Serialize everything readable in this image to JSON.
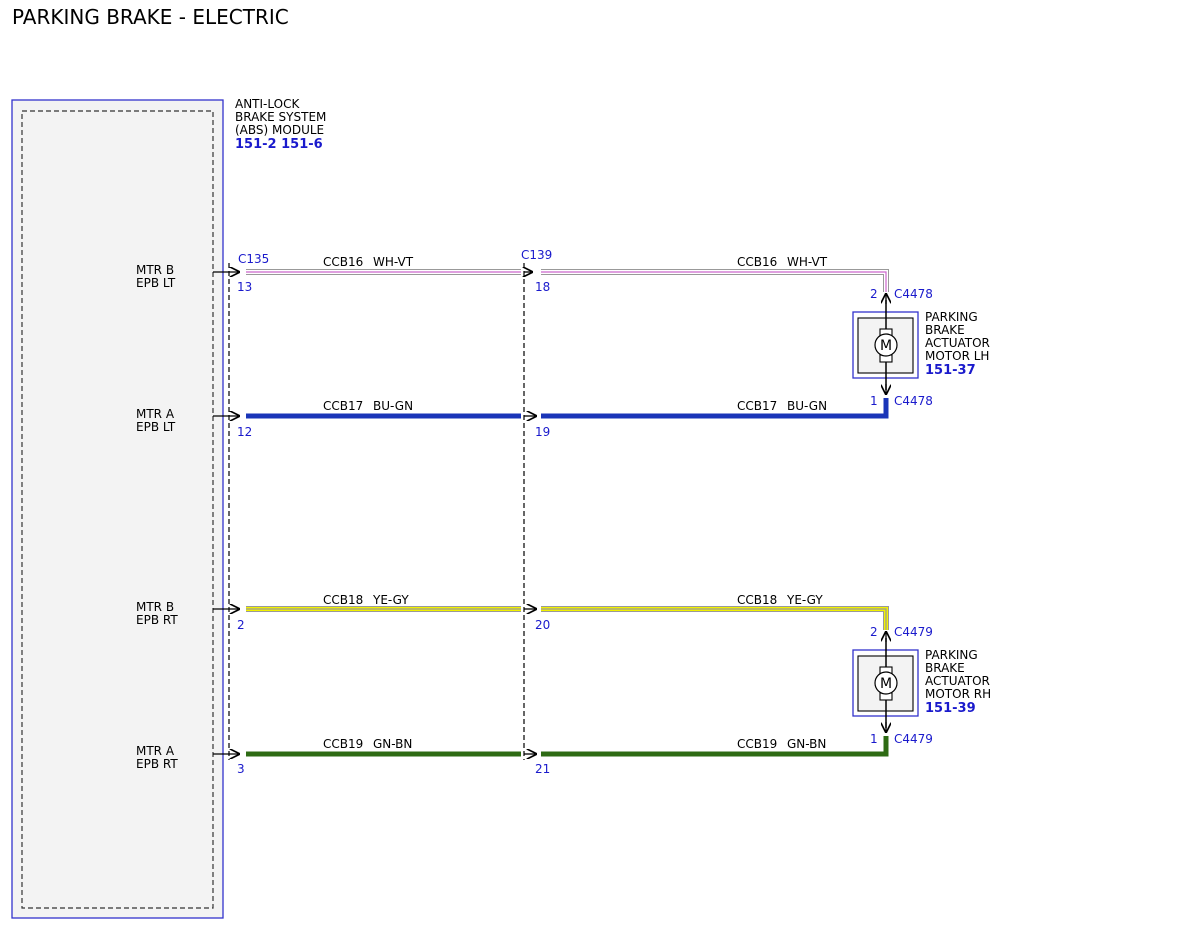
{
  "title": "PARKING BRAKE - ELECTRIC",
  "abs_module": {
    "name_lines": [
      "ANTI-LOCK",
      "BRAKE SYSTEM",
      "(ABS) MODULE"
    ],
    "refs": "151-2 151-6",
    "pins": [
      {
        "label_lines": [
          "MTR B",
          "EPB LT"
        ],
        "pin": "13"
      },
      {
        "label_lines": [
          "MTR A",
          "EPB LT"
        ],
        "pin": "12"
      },
      {
        "label_lines": [
          "MTR B",
          "EPB RT"
        ],
        "pin": "2"
      },
      {
        "label_lines": [
          "MTR A",
          "EPB RT"
        ],
        "pin": "3"
      }
    ]
  },
  "connectors": {
    "abs": "C135",
    "inline": "C139"
  },
  "circuits": [
    {
      "circuit": "CCB16",
      "color_code": "WH-VT",
      "inline_pin": "18",
      "motor_pin": "2",
      "motor_connector": "C4478",
      "stroke": "#ffffff",
      "stripe": "#cc66cc",
      "weight": "thin"
    },
    {
      "circuit": "CCB17",
      "color_code": "BU-GN",
      "inline_pin": "19",
      "motor_pin": "1",
      "motor_connector": "C4478",
      "stroke": "#1a35b8",
      "stripe": "",
      "weight": "thick"
    },
    {
      "circuit": "CCB18",
      "color_code": "YE-GY",
      "inline_pin": "20",
      "motor_pin": "2",
      "motor_connector": "C4479",
      "stroke": "#f2f200",
      "stripe": "#999999",
      "weight": "thin"
    },
    {
      "circuit": "CCB19",
      "color_code": "GN-BN",
      "inline_pin": "21",
      "motor_pin": "1",
      "motor_connector": "C4479",
      "stroke": "#2e6b14",
      "stripe": "",
      "weight": "thick"
    }
  ],
  "motors": [
    {
      "name_lines": [
        "PARKING",
        "BRAKE",
        "ACTUATOR",
        "MOTOR LH"
      ],
      "ref": "151-37",
      "symbol": "M"
    },
    {
      "name_lines": [
        "PARKING",
        "BRAKE",
        "ACTUATOR",
        "MOTOR RH"
      ],
      "ref": "151-39",
      "symbol": "M"
    }
  ],
  "colors": {
    "module_border": "#3333cc",
    "module_fill": "#f3f3f3",
    "pin_text": "#1a1acc"
  }
}
